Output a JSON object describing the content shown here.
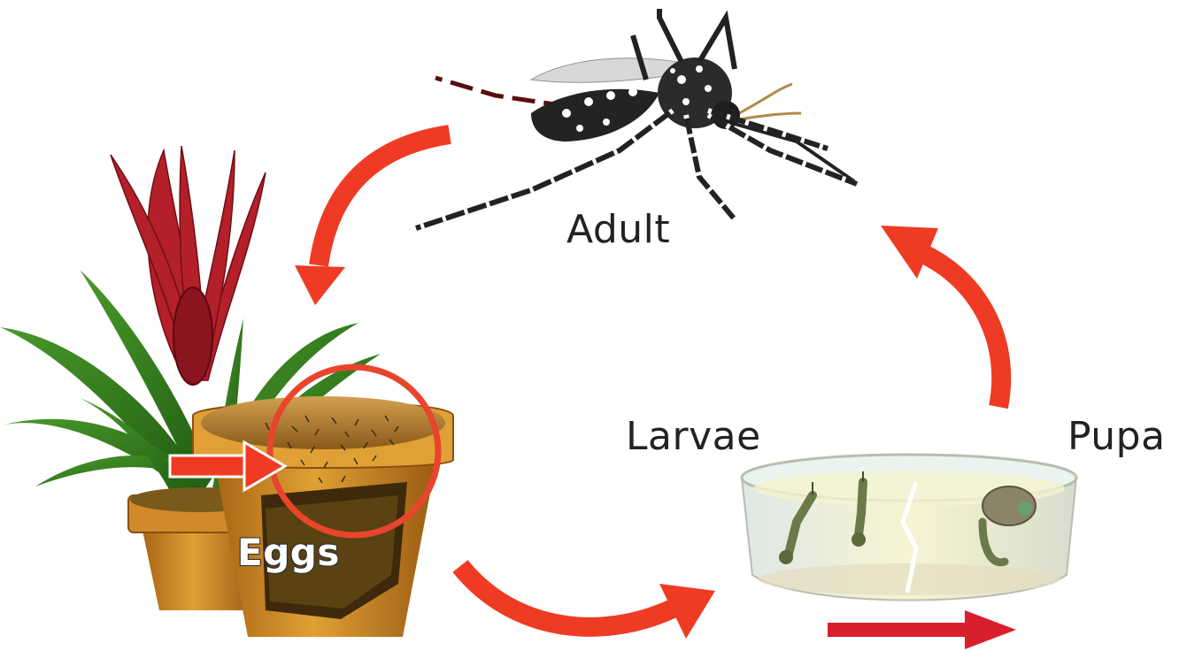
{
  "labels": {
    "adult": "Adult",
    "larvae": "Larvae",
    "pupa": "Pupa",
    "eggs": "Eggs"
  },
  "colors": {
    "cycle_arrow": "#ef3b24",
    "time_arrow": "#d91f2b",
    "highlight_ring": "#e8452c",
    "pot": "#c8831e",
    "flower": "#b3202a",
    "leaves": "#2e7d1f",
    "water": "#f2f0c8"
  },
  "icons": [
    "mosquito-adult-icon",
    "bromeliad-plant-icon",
    "flower-pot-icon",
    "water-dish-icon",
    "larva-icon",
    "pupa-icon"
  ]
}
